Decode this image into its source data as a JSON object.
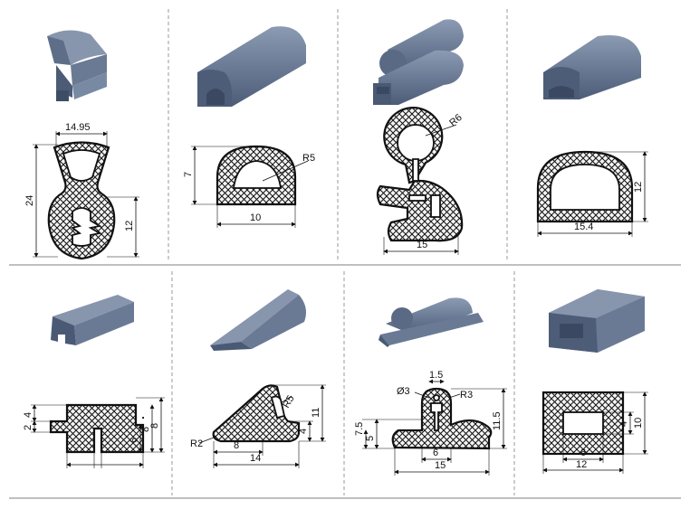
{
  "colors": {
    "profile": "#6b7b95",
    "profile_dark": "#4d5d78",
    "hatch": "#111111",
    "divider": "#999999"
  },
  "panels": [
    {
      "id": "p1",
      "dims": {
        "width": "14.95",
        "height": "24",
        "right": "12"
      }
    },
    {
      "id": "p2",
      "dims": {
        "height": "7",
        "radius": "R5",
        "width": "10"
      }
    },
    {
      "id": "p3",
      "dims": {
        "radius": "R6",
        "width": "15"
      }
    },
    {
      "id": "p4",
      "dims": {
        "height": "12",
        "width": "15.4"
      }
    },
    {
      "id": "p5",
      "dims": {
        "left_top": "4",
        "left_bottom": "2",
        "right_a": "8",
        "right_b": "6",
        "right_c": "8"
      }
    },
    {
      "id": "p6",
      "dims": {
        "radius_left": "R2",
        "radius_top": "R5",
        "width_inner": "8",
        "width": "14",
        "height": "11",
        "height_small": "4"
      }
    },
    {
      "id": "p7",
      "dims": {
        "top": "1.5",
        "dia": "Ø3",
        "radius": "R3",
        "left_a": "7.5",
        "left_b": "5",
        "height": "11.5",
        "inner": "6",
        "width": "15"
      }
    },
    {
      "id": "p8",
      "dims": {
        "inner_height": "4",
        "height": "10",
        "inner_width": "6",
        "width": "12"
      }
    }
  ]
}
